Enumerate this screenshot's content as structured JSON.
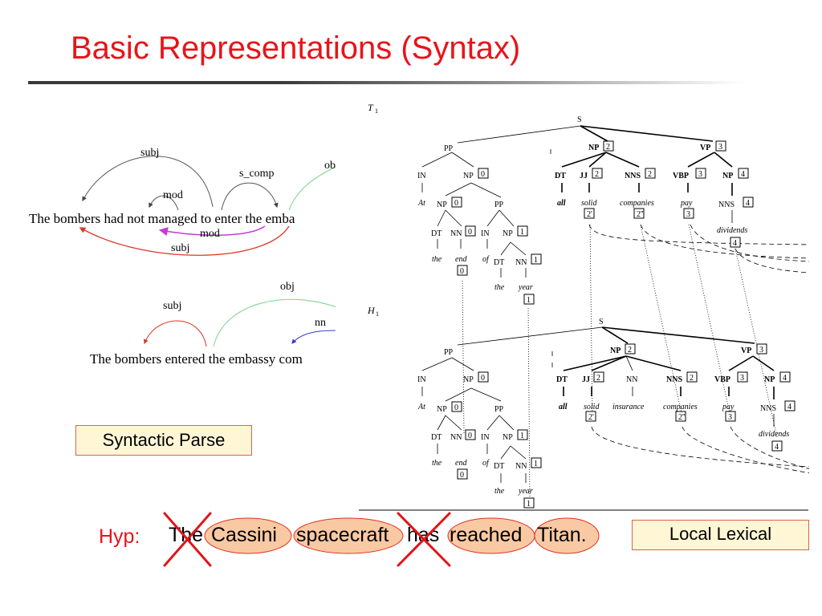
{
  "slide": {
    "title": "Basic Representations (Syntax)",
    "syntactic_parse_label": "Syntactic Parse",
    "local_lexical_label": "Local Lexical",
    "hyp_label": "Hyp:"
  },
  "dependency_top": {
    "sentence": "The bombers had not managed to enter the emba",
    "arcs": [
      "subj",
      "mod",
      "s_comp",
      "ob",
      "mod",
      "subj"
    ]
  },
  "dependency_bottom": {
    "sentence": "The bombers entered the embassy com",
    "arcs": [
      "subj",
      "obj",
      "nn"
    ]
  },
  "hypothesis_words": [
    {
      "text": "The",
      "highlighted": false,
      "crossed": true
    },
    {
      "text": "Cassini",
      "highlighted": true,
      "crossed": false
    },
    {
      "text": "spacecraft",
      "highlighted": true,
      "crossed": false
    },
    {
      "text": "has",
      "highlighted": false,
      "crossed": true
    },
    {
      "text": "reached",
      "highlighted": true,
      "crossed": false
    },
    {
      "text": "Titan.",
      "highlighted": true,
      "crossed": false
    }
  ],
  "tree_labels": {
    "t1": "T",
    "t1_sub": "1",
    "h1": "H",
    "h1_sub": "1",
    "S": "S",
    "PP": "PP",
    "IN": "IN",
    "NP": "NP",
    "DT": "DT",
    "NN": "NN",
    "JJ": "JJ",
    "NNS": "NNS",
    "VBP": "VBP",
    "VP": "VP",
    "At": "At",
    "the": "the",
    "end": "end",
    "of": "of",
    "year": "year",
    "all": "all",
    "solid": "solid",
    "companies": "companies",
    "pay": "pay",
    "dividends": "dividends",
    "insurance": "insurance",
    "n0": "0",
    "n1": "1",
    "n2": "2",
    "n3": "3",
    "n4": "4",
    "n2p": "2'",
    "n2pp": "2''"
  },
  "colors": {
    "title": "#e8141a",
    "highlight_fill": "#f9c9a3",
    "highlight_stroke": "#e03020",
    "cross": "#e0141a",
    "arc_subj_top_black": "#555555",
    "arc_red": "#d83a2a",
    "arc_magenta": "#c040d0",
    "arc_green": "#8fd89a",
    "arc_blue": "#3a3acc",
    "box_fill": "#fff6d6",
    "box_border": "#e0604a"
  }
}
